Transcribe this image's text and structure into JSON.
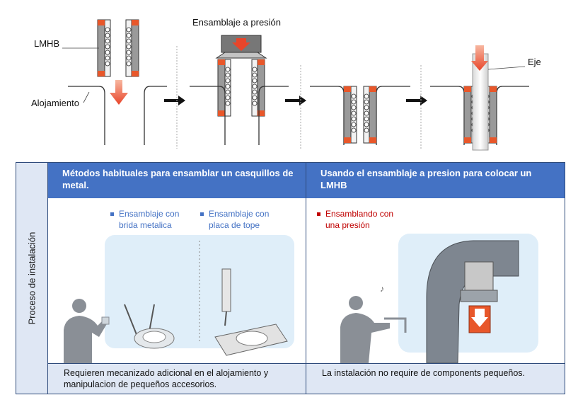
{
  "diagram": {
    "labels": {
      "lmhb": "LMHB",
      "alojamiento": "Alojamiento",
      "ensamblaje_presion": "Ensamblaje a presión",
      "eje": "Eje"
    },
    "colors": {
      "accent_orange": "#e8572a",
      "arrow_red": "#e94a2c",
      "bearing_gray": "#b9b9b9"
    }
  },
  "table": {
    "row_header": "Proceso de instalación",
    "col1": {
      "header": "Métodos habituales para ensamblar un casquillos de metal.",
      "bullets": [
        {
          "text_line1": "Ensamblaje con",
          "text_line2": "brida metalica"
        },
        {
          "text_line1": "Ensamblaje con",
          "text_line2": "placa de tope"
        }
      ],
      "footer": "Requieren mecanizado adicional en el alojamiento y manipulacion de pequeños accesorios."
    },
    "col2": {
      "header": "Usando el ensamblaje a presion para colocar un LMHB",
      "bullets": [
        {
          "text_line1": "Ensamblando con",
          "text_line2": "una presión"
        }
      ],
      "footer": "La instalación no require de components pequeños."
    },
    "colors": {
      "header_bg": "#4472c4",
      "side_bg": "#dfe7f4",
      "bullet_blue": "#4472c4",
      "bullet_red": "#c00000"
    }
  }
}
